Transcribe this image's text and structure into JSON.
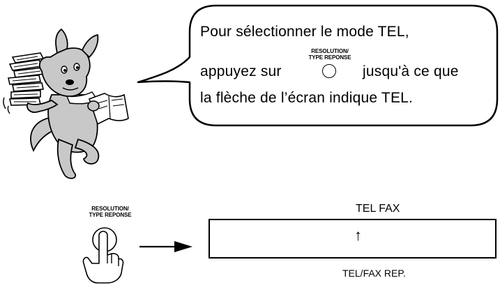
{
  "bubble": {
    "line1": "Pour sélectionner le mode TEL,",
    "line2_prefix": "appuyez sur",
    "line2_suffix": "jusqu'à ce que",
    "line3": "la flèche de l’écran indique TEL."
  },
  "key": {
    "label_line1": "RESOLUTION/",
    "label_line2": "TYPE REPONSE"
  },
  "display": {
    "top_labels": "TEL  FAX",
    "arrow": "↑",
    "bottom_labels": "TEL/FAX  REP."
  },
  "colors": {
    "dog_fill": "#c8c8c8",
    "line": "#000000",
    "bubble_fill": "#ffffff"
  },
  "icons": {
    "mascot": "dog-with-books-icon",
    "finger": "pointing-finger-icon",
    "arrow": "arrow-right-icon"
  }
}
